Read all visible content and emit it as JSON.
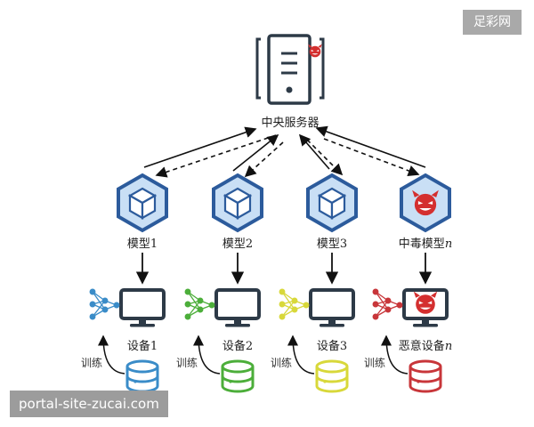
{
  "server": {
    "label": "中央服务器"
  },
  "models": [
    {
      "label": "模型1",
      "malicious": false
    },
    {
      "label": "模型2",
      "malicious": false
    },
    {
      "label": "模型3",
      "malicious": false
    },
    {
      "label": "中毒模型",
      "suffix": "n",
      "malicious": true
    }
  ],
  "devices": [
    {
      "label": "设备1",
      "color": "#3a8cc8",
      "train_label": "训练"
    },
    {
      "label": "设备2",
      "color": "#4cae3a",
      "train_label": "训练"
    },
    {
      "label": "设备3",
      "color": "#d8d83a",
      "train_label": "训练"
    },
    {
      "label": "恶意设备",
      "suffix": "n",
      "color": "#c8363a",
      "train_label": "训练"
    }
  ],
  "colors": {
    "outline": "#2d3a47",
    "hex_fill": "#c9dff5",
    "hex_stroke": "#2c5b9c",
    "devil": "#d42f2f"
  },
  "watermarks": {
    "top_right": "足彩网",
    "bottom_left": "portal-site-zucai.com"
  }
}
